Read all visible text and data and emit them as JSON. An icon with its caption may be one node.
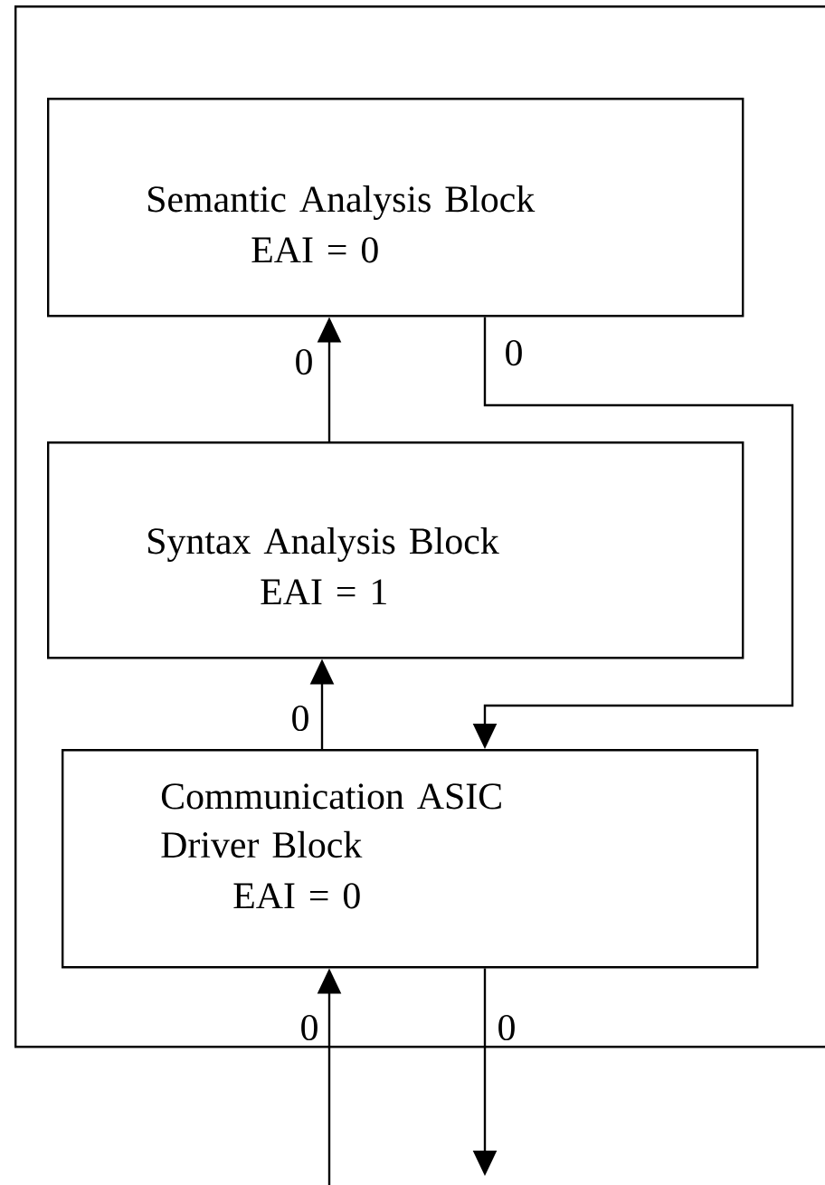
{
  "diagram": {
    "nodes": [
      {
        "text": [],
        "shape": "box"
      },
      {
        "text": [
          "Semantic Analysis Block",
          "EAI = 0"
        ],
        "in": 0
      },
      {
        "text": [
          "Syntax Analysis Block",
          "EAI = 1"
        ],
        "in": 0
      },
      {
        "text": [
          "Communication ASIC Driver Block",
          "EAI = 0"
        ],
        "in": 0
      }
    ],
    "edges": [
      {
        "from": 2,
        "to": 1,
        "arrow": "to",
        "label": "0"
      },
      {
        "from": 1,
        "to": 3,
        "arrow": "to",
        "label": "0"
      },
      {
        "from": 3,
        "to": 2,
        "arrow": "to",
        "label": "0"
      },
      {
        "from": null,
        "to": 3,
        "arrow": "to",
        "label": "0"
      },
      {
        "from": 3,
        "to": null,
        "arrow": "to",
        "label": "0"
      }
    ]
  }
}
